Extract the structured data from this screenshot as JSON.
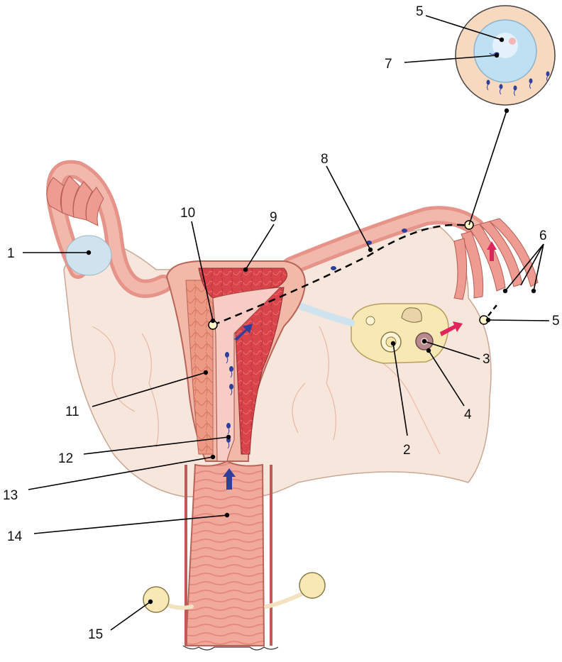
{
  "diagram": {
    "labels": [
      {
        "id": "l1",
        "text": "1"
      },
      {
        "id": "l2",
        "text": "2"
      },
      {
        "id": "l3",
        "text": "3"
      },
      {
        "id": "l4",
        "text": "4"
      },
      {
        "id": "l5a",
        "text": "5"
      },
      {
        "id": "l5b",
        "text": "5"
      },
      {
        "id": "l6",
        "text": "6"
      },
      {
        "id": "l7",
        "text": "7"
      },
      {
        "id": "l8",
        "text": "8"
      },
      {
        "id": "l9",
        "text": "9"
      },
      {
        "id": "l10",
        "text": "10"
      },
      {
        "id": "l11",
        "text": "11"
      },
      {
        "id": "l12",
        "text": "12"
      },
      {
        "id": "l13",
        "text": "13"
      },
      {
        "id": "l14",
        "text": "14"
      },
      {
        "id": "l15",
        "text": "15"
      }
    ]
  },
  "colors": {
    "uterus_wall": "#f2b8a8",
    "myometrium": "#e8907c",
    "endometrium": "#d9434a",
    "ligament": "#f6e6dc",
    "ovary": "#f7e8b4",
    "sperm_arrow": "#2f3f9c",
    "egg_arrow": "#e0245e",
    "inset_ring": "#f7d9c0",
    "inset_zona": "#bfe0f2"
  }
}
